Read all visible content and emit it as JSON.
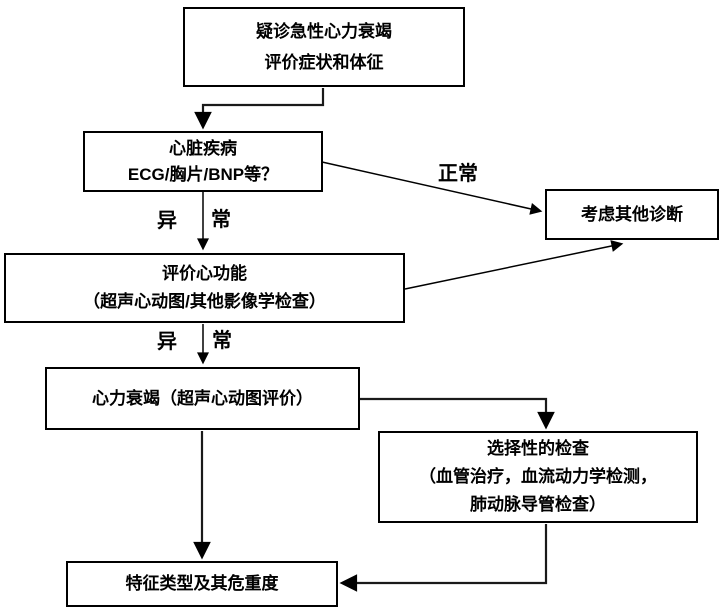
{
  "flowchart": {
    "background_color": "#ffffff",
    "line_color": "#000000",
    "text_color": "#000000",
    "nodes": {
      "suspect": {
        "lines": [
          "疑诊急性心力衰竭",
          "评价症状和体征"
        ]
      },
      "heart_disease": {
        "lines": [
          "心脏疾病",
          "ECG/胸片/BNP等？"
        ]
      },
      "other_diagnosis": {
        "lines": [
          "考虑其他诊断"
        ]
      },
      "cardiac_function": {
        "lines": [
          "评价心功能",
          "（超声心动图/其他影像学检查）"
        ]
      },
      "heart_failure": {
        "lines": [
          "心力衰竭（超声心动图评价）"
        ]
      },
      "selective_tests": {
        "lines": [
          "选择性的检查",
          "（血管治疗，血流动力学检测，",
          "肺动脉导管检查）"
        ]
      },
      "characterize": {
        "lines": [
          "特征类型及其危重度"
        ]
      }
    },
    "edge_labels": {
      "normal": "正常",
      "abnormal_pairs": [
        {
          "left": "异",
          "right": "常"
        },
        {
          "left": "异",
          "right": "常"
        }
      ]
    },
    "edges": [
      {
        "from": "suspect",
        "to": "heart_disease",
        "label": ""
      },
      {
        "from": "heart_disease",
        "to": "other_diagnosis",
        "label": "正常"
      },
      {
        "from": "heart_disease",
        "to": "cardiac_function",
        "label": "异常"
      },
      {
        "from": "cardiac_function",
        "to": "other_diagnosis",
        "label": ""
      },
      {
        "from": "cardiac_function",
        "to": "heart_failure",
        "label": "异常"
      },
      {
        "from": "heart_failure",
        "to": "selective_tests",
        "label": ""
      },
      {
        "from": "heart_failure",
        "to": "characterize",
        "label": ""
      },
      {
        "from": "selective_tests",
        "to": "characterize",
        "label": ""
      }
    ]
  }
}
